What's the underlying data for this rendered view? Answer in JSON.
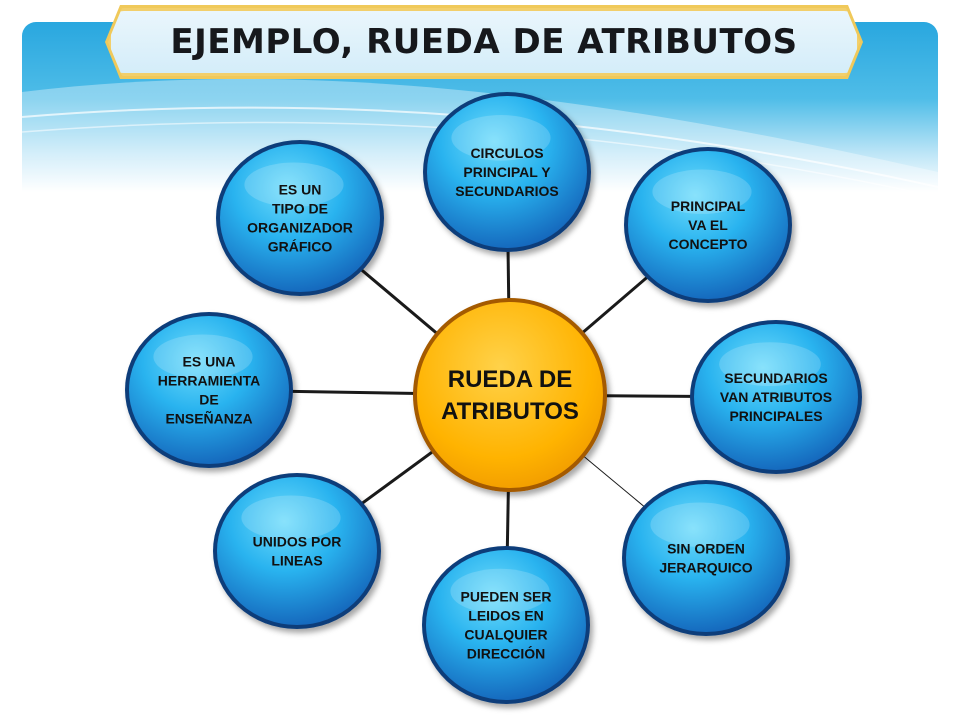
{
  "title": "EJEMPLO, RUEDA DE ATRIBUTOS",
  "colors": {
    "center_fill": "#ffb300",
    "node_fill": "#1a8fd8",
    "node_ring": "#0b3d7a",
    "connector": "#1a1a1a",
    "banner": "#29a7df",
    "title_border": "#f2cf6b"
  },
  "center": {
    "lines": [
      "RUEDA DE",
      "ATRIBUTOS"
    ]
  },
  "nodes": [
    {
      "id": "circulos",
      "lines": [
        "CIRCULOS",
        "PRINCIPAL Y",
        "SECUNDARIOS"
      ]
    },
    {
      "id": "principal",
      "lines": [
        "PRINCIPAL",
        "VA EL",
        "CONCEPTO"
      ]
    },
    {
      "id": "secundarios",
      "lines": [
        "SECUNDARIOS",
        "VAN ATRIBUTOS",
        "PRINCIPALES"
      ]
    },
    {
      "id": "sin-orden",
      "lines": [
        "SIN ORDEN",
        "JERARQUICO"
      ]
    },
    {
      "id": "pueden-ser",
      "lines": [
        "PUEDEN SER",
        "LEIDOS EN",
        "CUALQUIER",
        "DIRECCIÓN"
      ]
    },
    {
      "id": "unidos",
      "lines": [
        "UNIDOS POR",
        "LINEAS"
      ]
    },
    {
      "id": "herramienta",
      "lines": [
        "ES UNA",
        "HERRAMIENTA",
        "DE",
        "ENSEÑANZA"
      ]
    },
    {
      "id": "organizador",
      "lines": [
        "ES UN",
        "TIPO DE",
        "ORGANIZADOR",
        "GRÁFICO"
      ]
    }
  ]
}
